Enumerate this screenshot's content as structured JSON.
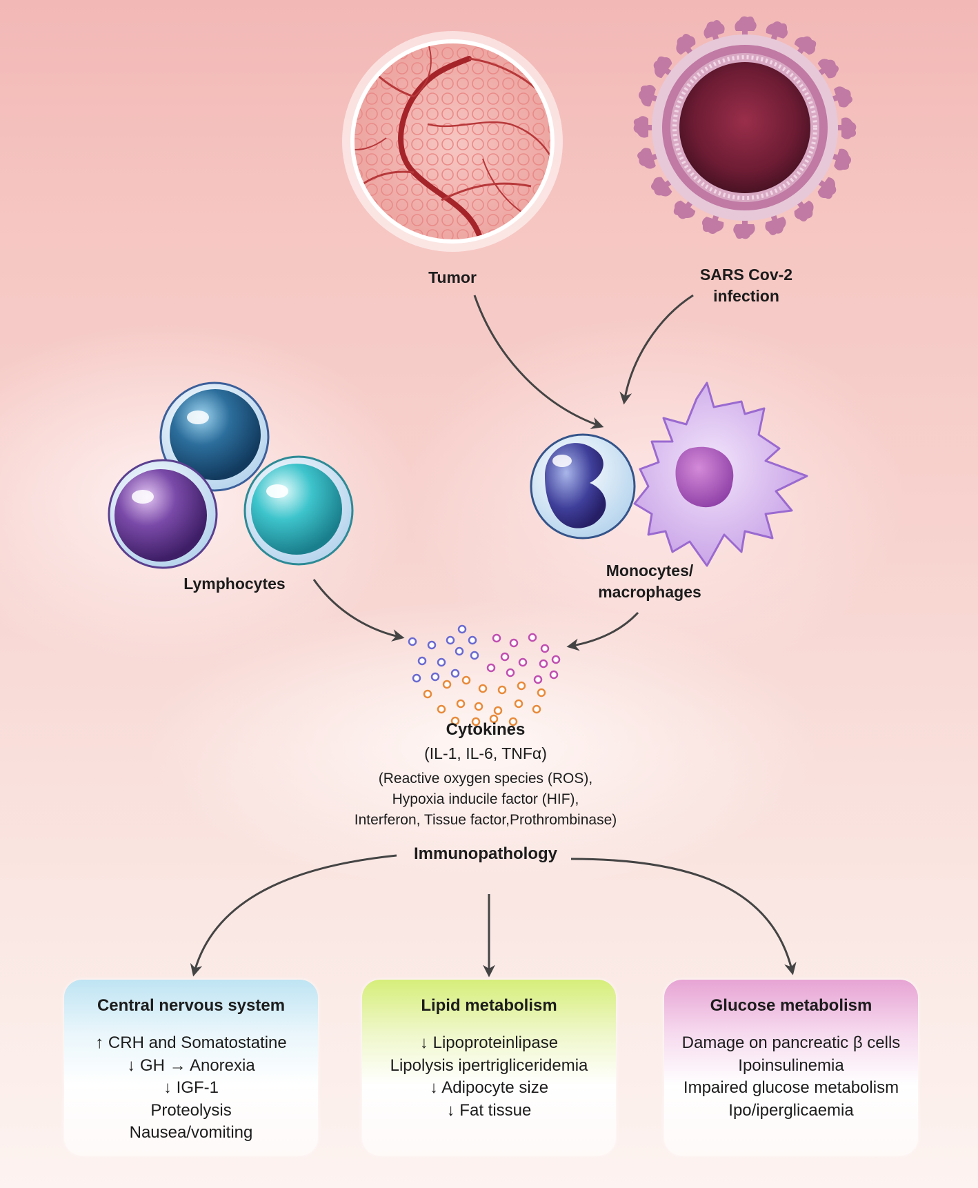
{
  "labels": {
    "tumor": "Tumor",
    "sars_line1": "SARS Cov-2",
    "sars_line2": "infection",
    "lymphocytes": "Lymphocytes",
    "monocytes_line1": "Monocytes/",
    "monocytes_line2": "macrophages",
    "cytokines": "Cytokines",
    "cytokines_sub": "(IL-1, IL-6, TNFα)",
    "mediators": [
      "(Reactive oxygen species (ROS),",
      "Hypoxia inducile factor (HIF),",
      "Interferon, Tissue factor,Prothrombinase)"
    ],
    "immunopathology": "Immunopathology"
  },
  "boxes": [
    {
      "title": "Central nervous system",
      "items": [
        "↑ CRH and Somatostatine",
        "↓ GH  → Anorexia",
        "↓ IGF-1",
        "Proteolysis",
        "Nausea/vomiting"
      ],
      "color": "#bfe4f3"
    },
    {
      "title": "Lipid metabolism",
      "items": [
        "↓ Lipoproteinlipase",
        "Lipolysis ipertrigliceridemia",
        "↓ Adipocyte size",
        "↓ Fat tissue"
      ],
      "color": "#d6ee7a"
    },
    {
      "title": "Glucose metabolism",
      "items": [
        "Damage on pancreatic β cells",
        "Ipoinsulinemia",
        "Impaired glucose metabolism",
        "Ipo/iperglicaemia"
      ],
      "color": "#e7a4d4"
    }
  ],
  "colors": {
    "arrow": "#444444",
    "virus": "#c07aa4",
    "lymph_blue": "#2c6e9c",
    "lymph_purple": "#7a4aa8",
    "lymph_teal": "#3ec4cc",
    "macrophage": "#c9a6e6"
  }
}
